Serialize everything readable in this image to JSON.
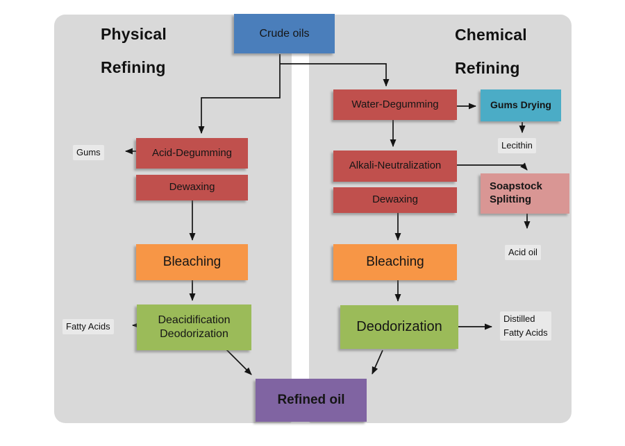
{
  "colors": {
    "panel": "#d9d9d9",
    "crude_blue": "#4a7ebb",
    "process_red": "#c0504d",
    "cyan": "#4bacc6",
    "pink": "#d99694",
    "orange": "#f79646",
    "green": "#9bbb59",
    "purple": "#8064a2",
    "arrow": "#141414",
    "text": "#1a1a1a"
  },
  "headers": {
    "physical_line1": "Physical",
    "physical_line2": "Refining",
    "chemical_line1": "Chemical",
    "chemical_line2": "Refining"
  },
  "nodes": {
    "crude_oils": "Crude oils",
    "acid_degumming": "Acid-Degumming",
    "dewaxing_left": "Dewaxing",
    "bleaching_left": "Bleaching",
    "deacidification_line1": "Deacidification",
    "deacidification_line2": "Deodorization",
    "water_degumming": "Water-Degumming",
    "gums_drying": "Gums Drying",
    "alkali_neutralization": "Alkali-Neutralization",
    "dewaxing_right": "Dewaxing",
    "bleaching_right": "Bleaching",
    "deodorization": "Deodorization",
    "soapstock_line1": "Soapstock",
    "soapstock_line2": "Splitting",
    "refined_oil": "Refined oil"
  },
  "byproducts": {
    "gums": "Gums",
    "lecithin": "Lecithin",
    "fatty_acids": "Fatty Acids",
    "acid_oil": "Acid oil",
    "distilled_line1": "Distilled",
    "distilled_line2": "Fatty Acids"
  }
}
